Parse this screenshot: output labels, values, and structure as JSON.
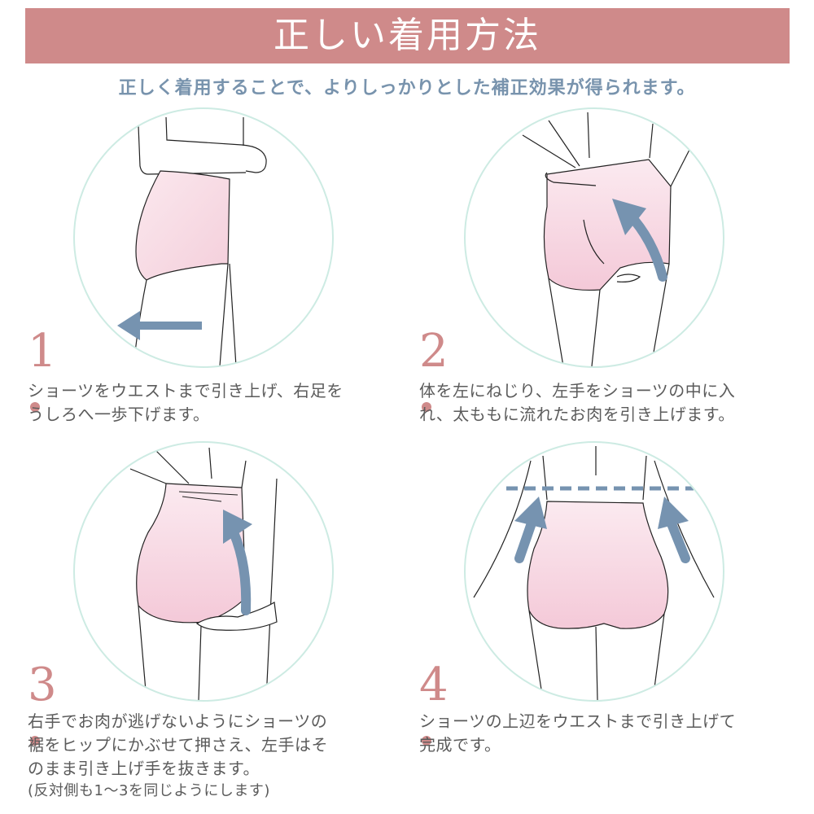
{
  "header": {
    "title": "正しい着用方法",
    "subtitle": "正しく着用することで、よりしっかりとした補正効果が得られます。"
  },
  "colors": {
    "header_band": "#cf8a8a",
    "subtitle": "#7893ad",
    "step_number": "#cf8a8a",
    "circle_border": "#cdebe3",
    "arrow": "#7693b0",
    "garment": "#f6d3df",
    "body_text": "#5b5b5b"
  },
  "steps": [
    {
      "number": "1",
      "lines": [
        "ショーツをウエストまで引き上げ、右足を",
        "うしろへ一歩下げます。"
      ],
      "note": "",
      "illustration": "side-view-step-back",
      "arrow": "left-arrow"
    },
    {
      "number": "2",
      "lines": [
        "体を左にねじり、左手をショーツの中に入",
        "れ、太ももに流れたお肉を引き上げます。"
      ],
      "note": "",
      "illustration": "back-view-twist-lift",
      "arrow": "curved-up-left-arrow"
    },
    {
      "number": "3",
      "lines": [
        "右手でお肉が逃げないようにショーツの",
        "裾をヒップにかぶせて押さえ、左手はそ",
        "のまま引き上げ手を抜きます。"
      ],
      "note": "(反対側も1〜3を同じようにします)",
      "illustration": "back-view-hold-hip",
      "arrow": "curved-up-arrow"
    },
    {
      "number": "4",
      "lines": [
        "ショーツの上辺をウエストまで引き上げて",
        "完成です。"
      ],
      "note": "",
      "illustration": "back-view-finished",
      "arrow": "double-up-arrows-with-waistline"
    }
  ]
}
